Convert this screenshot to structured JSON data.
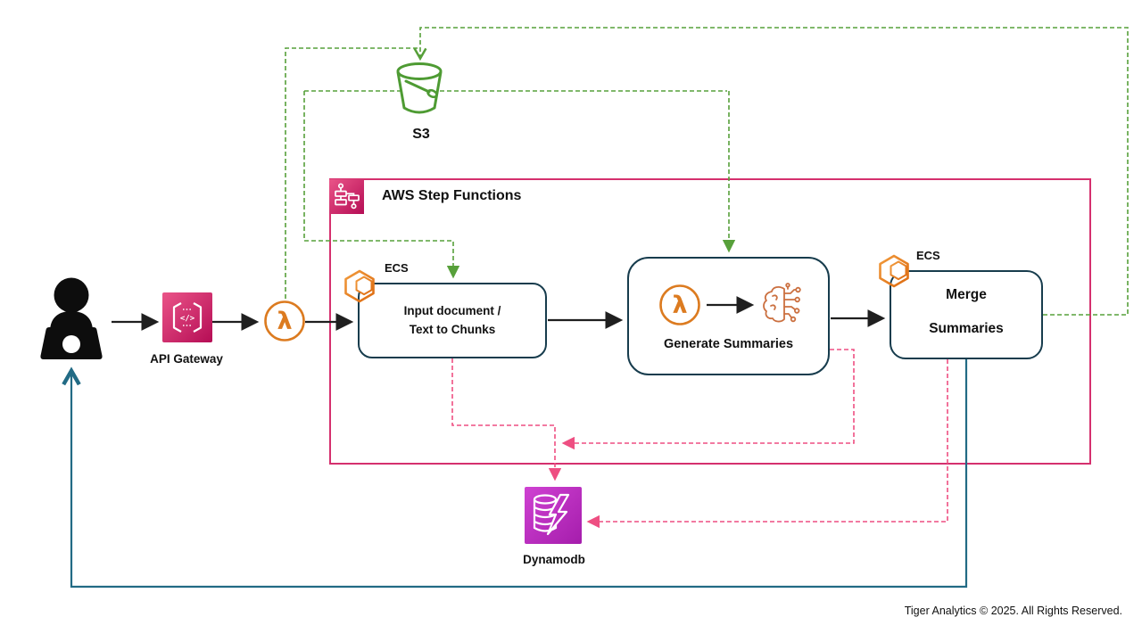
{
  "diagram": {
    "type": "aws-architecture-diagram",
    "footer": "Tiger Analytics © 2025. All Rights Reserved.",
    "container": {
      "title": "AWS Step Functions"
    },
    "nodes": {
      "user": {
        "icon": "user-laptop-icon"
      },
      "api_gateway": {
        "label": "API Gateway",
        "icon": "api-gateway-icon"
      },
      "lambda": {
        "icon": "lambda-icon"
      },
      "s3": {
        "label": "S3",
        "icon": "s3-bucket-icon"
      },
      "input_chunks": {
        "tag": "ECS",
        "line1": "Input document /",
        "line2": "Text to Chunks",
        "icon": "ecs-icon"
      },
      "generate_summaries": {
        "label": "Generate Summaries",
        "icons": [
          "lambda-icon",
          "ai-brain-icon"
        ]
      },
      "merge_summaries": {
        "tag": "ECS",
        "line1": "Merge",
        "line2": "Summaries",
        "icon": "ecs-icon"
      },
      "dynamodb": {
        "label": "Dynamodb",
        "icon": "dynamodb-icon"
      }
    },
    "edges": [
      {
        "from": "user",
        "to": "api-gateway",
        "style": "solid-black"
      },
      {
        "from": "api-gateway",
        "to": "lambda",
        "style": "solid-black"
      },
      {
        "from": "lambda",
        "to": "input-chunks",
        "style": "solid-black"
      },
      {
        "from": "lambda",
        "to": "s3",
        "style": "dashed-green"
      },
      {
        "from": "s3",
        "to": "input-chunks",
        "style": "dashed-green"
      },
      {
        "from": "s3",
        "to": "generate-summaries",
        "style": "dashed-green"
      },
      {
        "from": "input-chunks",
        "to": "generate-summaries",
        "style": "solid-black"
      },
      {
        "from": "lambda-in-generate",
        "to": "ai-brain",
        "style": "solid-black"
      },
      {
        "from": "generate-summaries",
        "to": "merge-summaries",
        "style": "solid-black"
      },
      {
        "from": "merge-summaries",
        "to": "s3",
        "style": "dashed-green"
      },
      {
        "from": "input-chunks",
        "to": "dynamodb",
        "style": "dashed-pink"
      },
      {
        "from": "generate-summaries",
        "to": "dynamodb",
        "style": "dashed-pink"
      },
      {
        "from": "merge-summaries",
        "to": "dynamodb",
        "style": "dashed-pink"
      },
      {
        "from": "merge-summaries",
        "to": "user",
        "style": "solid-teal"
      }
    ],
    "colors": {
      "step_functions_border": "#d5306e",
      "pink_dashed": "#ee4f82",
      "green_dashed": "#57a03a",
      "teal": "#226b85",
      "arrow_black": "#1f1f1f",
      "box_border_navy": "#173c4d",
      "aws_orange": "#dc7b20",
      "dynamodb_magenta": "#c233c6",
      "s3_green": "#4e9b33"
    }
  }
}
